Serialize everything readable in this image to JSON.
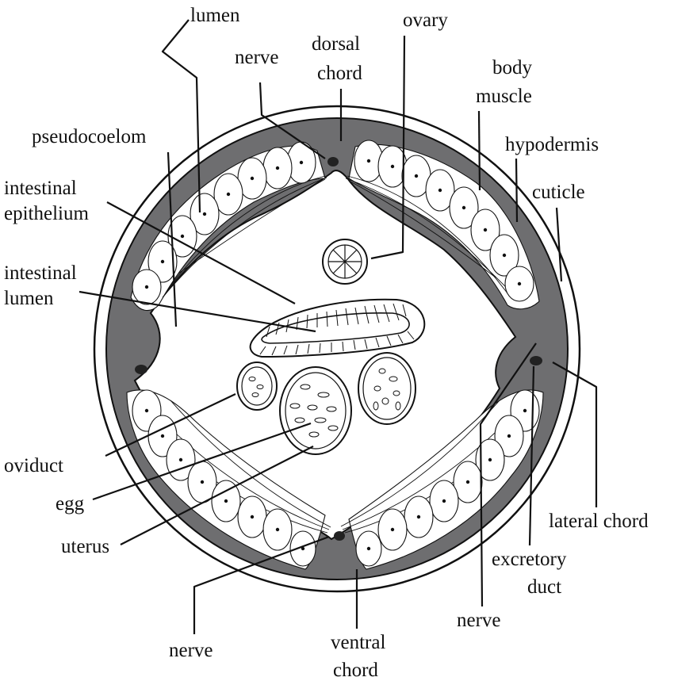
{
  "labels": {
    "lumen": "lumen",
    "nerve_top": "nerve",
    "dorsal_1": "dorsal",
    "dorsal_2": "chord",
    "ovary": "ovary",
    "body_1": "body",
    "body_2": "muscle",
    "pseudocoelom": "pseudocoelom",
    "hypodermis": "hypodermis",
    "int_epi_1": "intestinal",
    "int_epi_2": "epithelium",
    "cuticle": "cuticle",
    "int_lum_1": "intestinal",
    "int_lum_2": "lumen",
    "oviduct": "oviduct",
    "egg": "egg",
    "uterus": "uterus",
    "lateral_chord": "lateral chord",
    "excretory_1": "excretory",
    "excretory_2": "duct",
    "nerve_right": "nerve",
    "nerve_bottom": "nerve",
    "ventral_1": "ventral",
    "ventral_2": "chord"
  },
  "colors": {
    "hypodermis_fill": "#6e6e70",
    "outline": "#111111",
    "background": "#ffffff"
  }
}
